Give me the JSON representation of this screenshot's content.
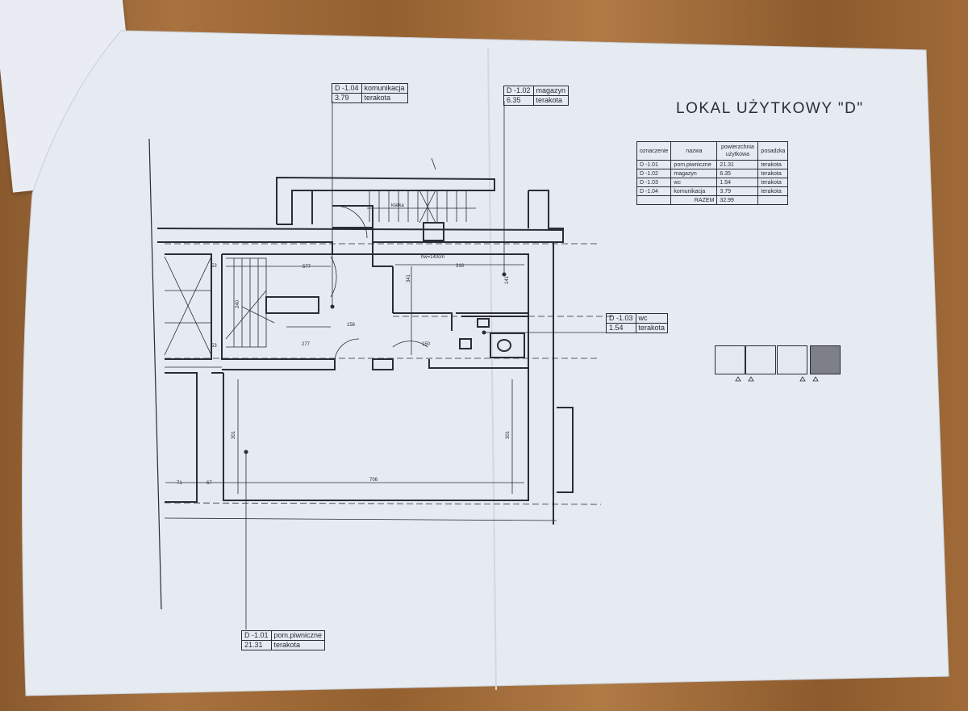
{
  "title": "LOKAL UŻYTKOWY \"D\"",
  "room_tags": [
    {
      "id": "D -1.04",
      "name": "komunikacja",
      "area": "3.79",
      "floor": "terakota"
    },
    {
      "id": "D -1.02",
      "name": "magazyn",
      "area": "6.35",
      "floor": "terakota"
    },
    {
      "id": "D -1.03",
      "name": "wc",
      "area": "1.54",
      "floor": "terakota"
    },
    {
      "id": "D -1.01",
      "name": "pom.piwniczne",
      "area": "21.31",
      "floor": "terakota"
    }
  ],
  "summary_table": {
    "headers": [
      "oznaczenie",
      "nazwa",
      "powierzchnia użytkowa",
      "posadzka"
    ],
    "rows": [
      [
        "D -1.01",
        "pom.piwniczne",
        "21.31",
        "terakota"
      ],
      [
        "D -1.02",
        "magazyn",
        "6.35",
        "terakota"
      ],
      [
        "D -1.03",
        "wc",
        "1.54",
        "terakota"
      ],
      [
        "D -1.04",
        "komunikacja",
        "3.79",
        "terakota"
      ]
    ],
    "total_label": "RAZEM",
    "total_value": "32.99"
  },
  "dimensions": {
    "d577": "577",
    "d316": "316",
    "d53": "53",
    "d53b": "53",
    "d706": "706",
    "d301a": "301",
    "d301b": "301",
    "d150": "150",
    "d156": "156",
    "d277": "277",
    "d67": "67",
    "d71": "71",
    "d141": "141",
    "d341": "341",
    "d240": "240",
    "stairs_label": "klatka",
    "hw": "hw=140cm"
  },
  "colors": {
    "paper": "#e6eaf1",
    "ink": "#2a2d33",
    "legend_fill": "#7d8087"
  },
  "legend_boxes": 4,
  "legend_highlighted_index": 3
}
